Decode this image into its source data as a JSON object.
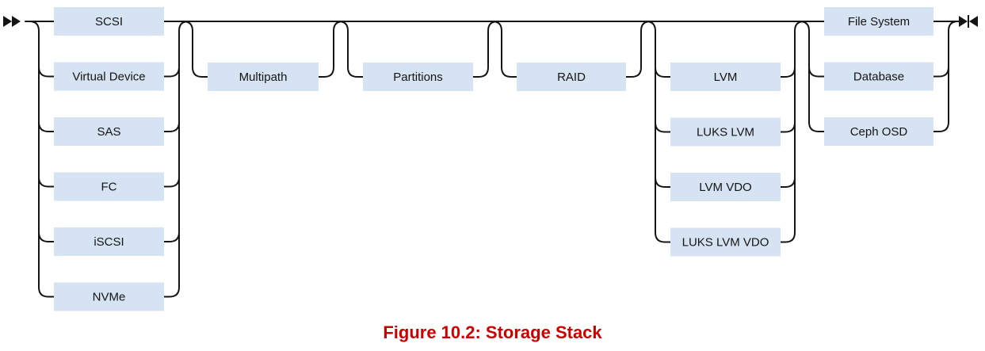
{
  "diagram": {
    "groups": [
      {
        "name": "physical-devices",
        "items": [
          "SCSI",
          "Virtual Device",
          "SAS",
          "FC",
          "iSCSI",
          "NVMe"
        ]
      },
      {
        "name": "multipath",
        "items": [
          "Multipath"
        ],
        "optional": true
      },
      {
        "name": "partitions",
        "items": [
          "Partitions"
        ],
        "optional": true
      },
      {
        "name": "raid",
        "items": [
          "RAID"
        ],
        "optional": true
      },
      {
        "name": "volume-management",
        "items": [
          "LVM",
          "LUKS LVM",
          "LVM VDO",
          "LUKS LVM VDO"
        ],
        "optional": true
      },
      {
        "name": "consumers",
        "items": [
          "File System",
          "Database",
          "Ceph OSD"
        ]
      }
    ]
  },
  "caption": "Figure 10.2: Storage Stack"
}
